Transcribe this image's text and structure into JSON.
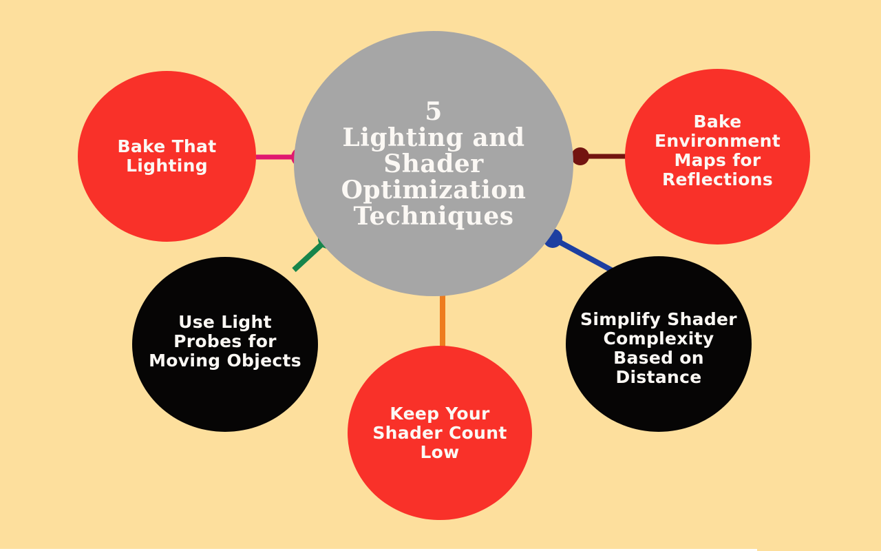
{
  "palette": {
    "background": "#fddf9d",
    "footer_strip": "#ffffff",
    "center_gray": "#a6a6a6",
    "red": "#f93129",
    "black": "#060505",
    "text_light": "#fbf8f4",
    "connector_pink": "#e0186f",
    "connector_maroon": "#731410",
    "connector_green": "#17854b",
    "connector_blue": "#1d3fa1",
    "connector_orange": "#ee7c1e"
  },
  "center_circle": {
    "text": "5\nLighting and\nShader\nOptimization\nTechniques"
  },
  "nodes": [
    {
      "id": "bake-that-lighting",
      "text": "Bake That\nLighting",
      "color": "red"
    },
    {
      "id": "bake-environment-maps",
      "text": "Bake\nEnvironment\nMaps for\nReflections",
      "color": "red"
    },
    {
      "id": "use-light-probes",
      "text": "Use Light\nProbes for\nMoving Objects",
      "color": "black"
    },
    {
      "id": "keep-shader-count-low",
      "text": "Keep Your\nShader Count\nLow",
      "color": "red"
    },
    {
      "id": "simplify-shader-complexity",
      "text": "Simplify Shader\nComplexity\nBased on\nDistance",
      "color": "black"
    }
  ],
  "connectors": [
    {
      "name": "pink",
      "from_node": "bake-that-lighting",
      "color": "#e0186f"
    },
    {
      "name": "maroon",
      "from_node": "bake-environment-maps",
      "color": "#731410"
    },
    {
      "name": "green",
      "from_node": "use-light-probes",
      "color": "#17854b"
    },
    {
      "name": "blue",
      "from_node": "simplify-shader-complexity",
      "color": "#1d3fa1"
    },
    {
      "name": "orange",
      "from_node": "keep-shader-count-low",
      "color": "#ee7c1e"
    }
  ]
}
